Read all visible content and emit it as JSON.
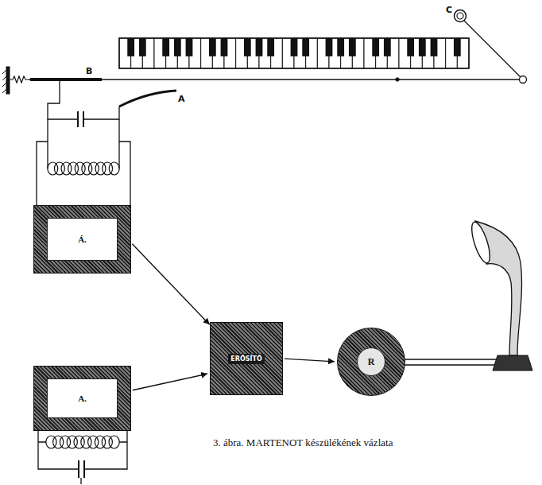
{
  "diagram": {
    "caption": "3. ábra. MARTENOT készülékének vázlata",
    "nodes": [
      {
        "text": [
          "Á."
        ]
      },
      {
        "text": [
          "ERŐSÍTŐ"
        ]
      },
      {
        "text": [
          "R"
        ]
      },
      {
        "text": [
          "A."
        ]
      }
    ],
    "edges": [
      {
        "from": 0,
        "to": 1,
        "arrow": "to"
      },
      {
        "from": 3,
        "to": 1,
        "arrow": "to"
      },
      {
        "from": 1,
        "to": 2,
        "arrow": "to"
      }
    ],
    "labels": [
      "C",
      "B",
      "A"
    ]
  }
}
